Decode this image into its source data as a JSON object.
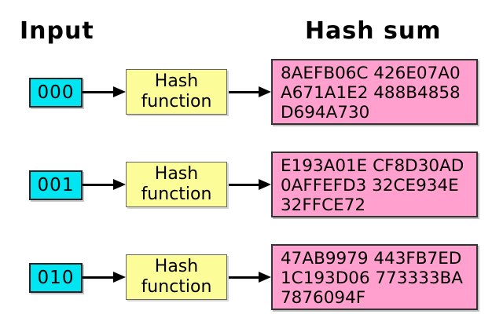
{
  "headings": {
    "input": "Input",
    "hash_sum": "Hash sum"
  },
  "rows": [
    {
      "input": "000",
      "function_label": "Hash\nfunction",
      "hash_sum": "8AEFB06C 426E07A0\nA671A1E2 488B4858\nD694A730"
    },
    {
      "input": "001",
      "function_label": "Hash\nfunction",
      "hash_sum": "E193A01E CF8D30AD\n0AFFEFD3 32CE934E\n32FFCE72"
    },
    {
      "input": "010",
      "function_label": "Hash\nfunction",
      "hash_sum": "47AB9979 443FB7ED\n1C193D06 773333BA\n7876094F"
    }
  ],
  "colors": {
    "input_box": "#00E5F2",
    "function_box": "#FCFC99",
    "sum_box": "#FFA0CE",
    "arrow": "#000000",
    "text": "#000000",
    "background": "#FFFFFF"
  }
}
